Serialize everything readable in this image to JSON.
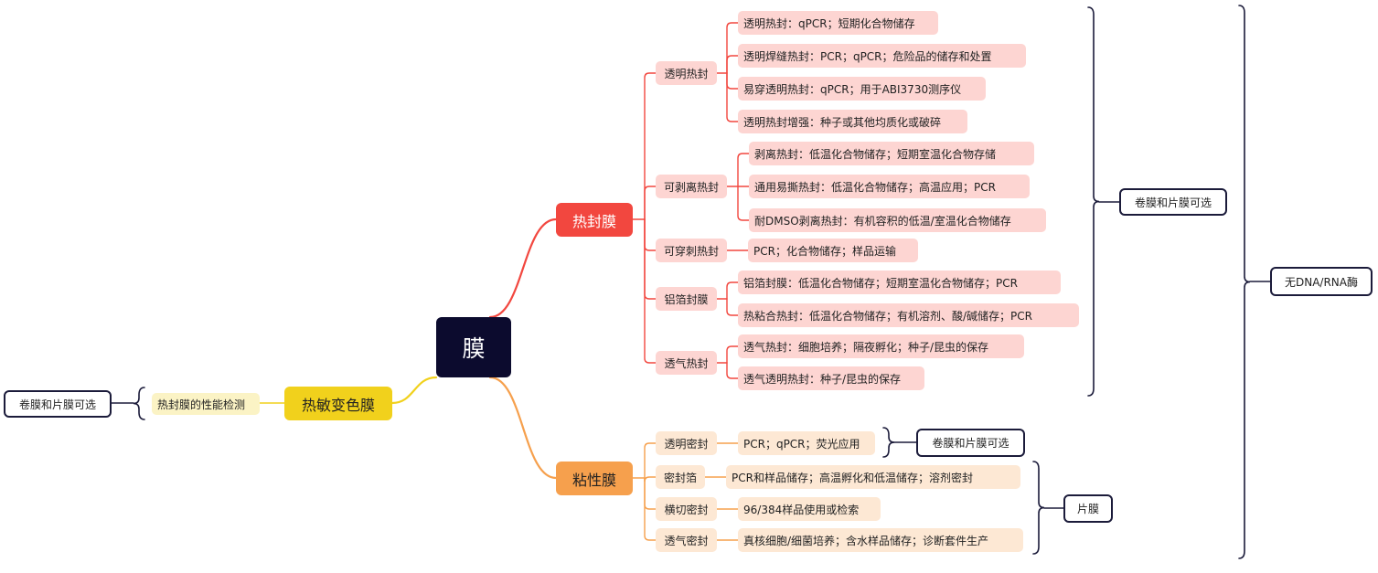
{
  "root": {
    "label": "膜"
  },
  "heat_seal": {
    "label": "热封膜",
    "note": "卷膜和片膜可选",
    "groups": [
      {
        "label": "透明热封",
        "items": [
          "透明热封：qPCR；短期化合物储存",
          "透明焊缝热封：PCR；qPCR；危险品的储存和处置",
          "易穿透明热封：qPCR；用于ABI3730测序仪",
          "透明热封增强：种子或其他均质化或破碎"
        ]
      },
      {
        "label": "可剥离热封",
        "items": [
          "剥离热封：低温化合物储存；短期室温化合物存储",
          "通用易撕热封：低温化合物储存；高温应用；PCR",
          "耐DMSO剥离热封：有机容积的低温/室温化合物储存"
        ]
      },
      {
        "label": "可穿刺热封",
        "items": [
          "PCR；化合物储存；样品运输"
        ]
      },
      {
        "label": "铝箔封膜",
        "items": [
          "铝箔封膜：低温化合物储存；短期室温化合物储存；PCR",
          "热粘合热封：低温化合物储存；有机溶剂、酸/碱储存；PCR"
        ]
      },
      {
        "label": "透气热封",
        "items": [
          "透气热封：细胞培养；隔夜孵化；种子/昆虫的保存",
          "透气透明热封：种子/昆虫的保存"
        ]
      }
    ]
  },
  "adhesive": {
    "label": "粘性膜",
    "note_top": "卷膜和片膜可选",
    "note_bottom": "片膜",
    "groups": [
      {
        "label": "透明密封",
        "items": [
          "PCR；qPCR；荧光应用"
        ]
      },
      {
        "label": "密封箔",
        "items": [
          "PCR和样品储存；高温孵化和低温储存；溶剂密封"
        ]
      },
      {
        "label": "横切密封",
        "items": [
          "96/384样品使用或检索"
        ]
      },
      {
        "label": "透气密封",
        "items": [
          "真核细胞/细菌培养；含水样品储存；诊断套件生产"
        ]
      }
    ]
  },
  "thermo": {
    "label": "热敏变色膜",
    "item": "热封膜的性能检测",
    "note": "卷膜和片膜可选"
  },
  "overall_note": "无DNA/RNA酶",
  "colors": {
    "red": "#f2473f",
    "orange": "#f6a04d",
    "yellow": "#f1d11c",
    "navy": "#1b1b3a"
  }
}
